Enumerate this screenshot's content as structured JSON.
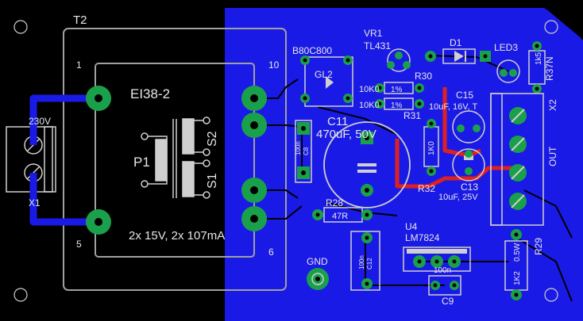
{
  "colors": {
    "background": "#000000",
    "copper_pour": "#1a1ae6",
    "bottom_trace": "#1a1ae6",
    "top_trace": "#e02020",
    "pad": "#1aa04a",
    "hole": "#ffffff",
    "silkscreen": "#d8d8d8",
    "outline": "#a0a0a0"
  },
  "labels": {
    "t2": "T2",
    "ei38": "EI38-2",
    "p1": "P1",
    "s2": "S2",
    "s1": "S1",
    "pin1": "1",
    "pin5": "5",
    "pin10": "10",
    "pin6": "6",
    "transformer_rating": "2x 15V, 2x 107mA",
    "v230": "230V",
    "x1": "X1",
    "b80c800": "B80C800",
    "gl2": "GL2",
    "vr1": "VR1",
    "tl431": "TL431",
    "d1": "D1",
    "led3": "LED3",
    "r37n": "R37N",
    "k5": "1k5",
    "r30": "R30",
    "k10a": "10K0",
    "k10b": "10K0",
    "pct1": "1%",
    "pct2": "1%",
    "r31": "R31",
    "c15": "C15",
    "c15_val": "10uF, 16V, T",
    "c11": "C11",
    "c11_val": "470uF, 50V",
    "c8_val": "100n",
    "c8": "C8",
    "k1": "1K0",
    "r32": "R32",
    "c13": "C13",
    "c13_val": "10uF, 25V",
    "x2": "X2",
    "out": "OUT",
    "r28": "R28",
    "r28_val": "47R",
    "u4": "U4",
    "lm7824": "LM7824",
    "c12_val": "100n",
    "c12": "C12",
    "c9_val": "100n",
    "c9": "C9",
    "gnd": "GND",
    "r29": "R29",
    "r29_val": "0.5W",
    "k2": "1K2"
  }
}
